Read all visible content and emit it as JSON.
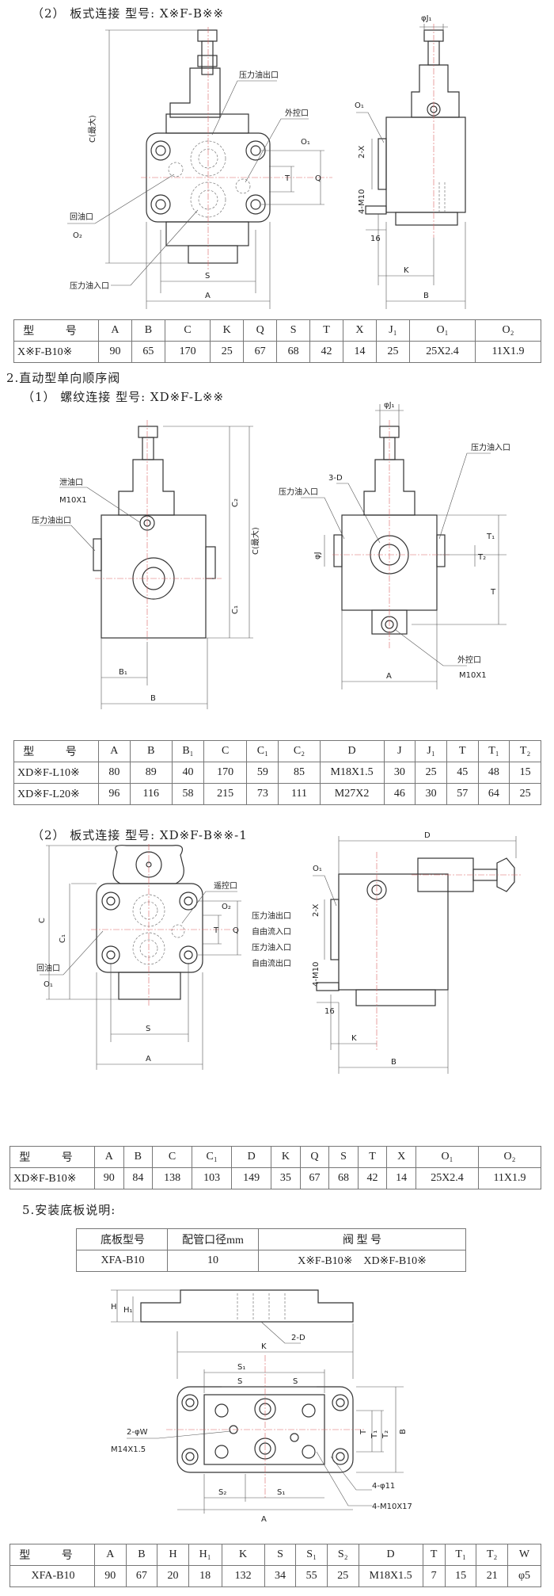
{
  "section1": {
    "heading": "（2）  板式连接  型号:  X※F-B※※",
    "labels": [
      "压力油出口",
      "外控口",
      "O₁",
      "回油口",
      "O₂",
      "压力油入口",
      "C(最大)",
      "S",
      "A",
      "Q",
      "T",
      "φJ₁",
      "O₁",
      "2-X",
      "4-M10",
      "16",
      "K",
      "B"
    ],
    "table": {
      "headers": [
        "型 号",
        "A",
        "B",
        "C",
        "K",
        "Q",
        "S",
        "T",
        "X",
        "J₁",
        "O₁",
        "O₂"
      ],
      "rows": [
        [
          "X※F-B10※",
          "90",
          "65",
          "170",
          "25",
          "67",
          "68",
          "42",
          "14",
          "25",
          "25X2.4",
          "11X1.9"
        ]
      ]
    }
  },
  "section2": {
    "heading": "2.直动型单向顺序阀",
    "subheading": "（1）  螺纹连接  型号:  XD※F-L※※",
    "labels": [
      "泄油口",
      "M10X1",
      "压力油出口",
      "C₂",
      "C(最大)",
      "C₁",
      "B₁",
      "B",
      "φJ₁",
      "3-D",
      "压力油入口",
      "压力油入口",
      "φJ",
      "T₁",
      "T₂",
      "T",
      "外控口",
      "M10X1",
      "A"
    ],
    "table": {
      "headers": [
        "型 号",
        "A",
        "B",
        "B₁",
        "C",
        "C₁",
        "C₂",
        "D",
        "J",
        "J₁",
        "T",
        "T₁",
        "T₂"
      ],
      "rows": [
        [
          "XD※F-L10※",
          "80",
          "89",
          "40",
          "170",
          "59",
          "85",
          "M18X1.5",
          "30",
          "25",
          "45",
          "48",
          "15"
        ],
        [
          "XD※F-L20※",
          "96",
          "116",
          "58",
          "215",
          "73",
          "111",
          "M27X2",
          "46",
          "30",
          "57",
          "64",
          "25"
        ]
      ]
    }
  },
  "section3": {
    "heading": "（2）  板式连接  型号:  XD※F-B※※-1",
    "labels": [
      "遥控口",
      "O₂",
      "C",
      "C₁",
      "T",
      "Q",
      "回油口",
      "O₁",
      "S",
      "A",
      "D",
      "O₁",
      "压力油出口",
      "自由流入口",
      "压力油入口",
      "自由流出口",
      "2-X",
      "4-M10",
      "16",
      "K",
      "B"
    ],
    "table": {
      "headers": [
        "型 号",
        "A",
        "B",
        "C",
        "C₁",
        "D",
        "K",
        "Q",
        "S",
        "T",
        "X",
        "O₁",
        "O₂"
      ],
      "rows": [
        [
          "XD※F-B10※",
          "90",
          "84",
          "138",
          "103",
          "149",
          "35",
          "67",
          "68",
          "42",
          "14",
          "25X2.4",
          "11X1.9"
        ]
      ]
    }
  },
  "section5": {
    "heading": "5.安装底板说明:",
    "plate_table": {
      "headers": [
        "底板型号",
        "配管口径mm",
        "阀   型   号"
      ],
      "rows": [
        [
          "XFA-B10",
          "10",
          "X※F-B10※    XD※F-B10※"
        ]
      ]
    },
    "labels": [
      "H",
      "H₁",
      "K",
      "2-D",
      "S₁",
      "S",
      "S",
      "2-φW",
      "M14X1.5",
      "T",
      "T₁",
      "T₂",
      "B",
      "S₂",
      "S₁",
      "A",
      "4-φ11",
      "4-M10X17"
    ],
    "table": {
      "headers": [
        "型 号",
        "A",
        "B",
        "H",
        "H₁",
        "K",
        "S",
        "S₁",
        "S₂",
        "D",
        "T",
        "T₁",
        "T₂",
        "W"
      ],
      "rows": [
        [
          "XFA-B10",
          "90",
          "67",
          "20",
          "18",
          "132",
          "34",
          "55",
          "25",
          "M18X1.5",
          "7",
          "15",
          "21",
          "φ5"
        ]
      ]
    }
  }
}
